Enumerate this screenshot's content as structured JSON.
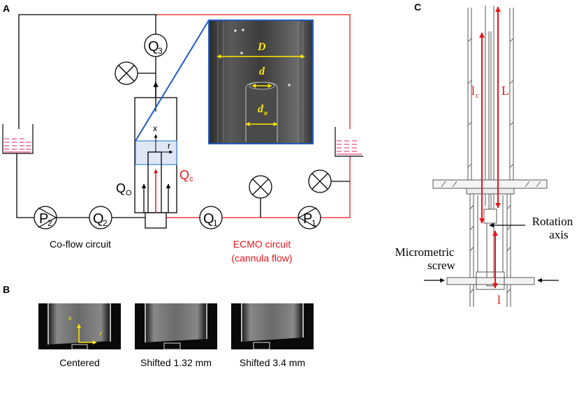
{
  "panel_a": {
    "label": "A",
    "flowmeters": {
      "q3": "Q",
      "q3_sub": "3",
      "q2": "Q",
      "q2_sub": "2",
      "q1": "Q",
      "q1_sub": "1"
    },
    "pumps": {
      "p2": "P",
      "p2_sub": "2",
      "p1": "P",
      "p1_sub": "1"
    },
    "axis_x": "x",
    "axis_r": "r",
    "qc": "Q",
    "qc_sub": "c",
    "qo": "Q",
    "qo_sub": "O",
    "inset": {
      "D": "D",
      "d": "d",
      "do": "d",
      "do_sub": "o"
    },
    "coflow_label": "Co-flow circuit",
    "ecmo_label_1": "ECMO circuit",
    "ecmo_label_2": "(cannula flow)"
  },
  "panel_b": {
    "label": "B",
    "images": [
      {
        "caption": "Centered",
        "x_label": "x",
        "r_label": "r"
      },
      {
        "caption": "Shifted 1.32 mm"
      },
      {
        "caption": "Shifted 3.4 mm"
      }
    ]
  },
  "panel_c": {
    "label": "C",
    "lc": "l",
    "lc_sub": "c",
    "L": "L",
    "l": "l",
    "rotation_1": "Rotation",
    "rotation_2": "axis",
    "screw_1": "Micrometric",
    "screw_2": "screw"
  },
  "colors": {
    "red": "#e8141b",
    "blue": "#1f5bc4",
    "yellow": "#ffe800",
    "pink": "#e0457b",
    "band": "#dfe6f5"
  }
}
